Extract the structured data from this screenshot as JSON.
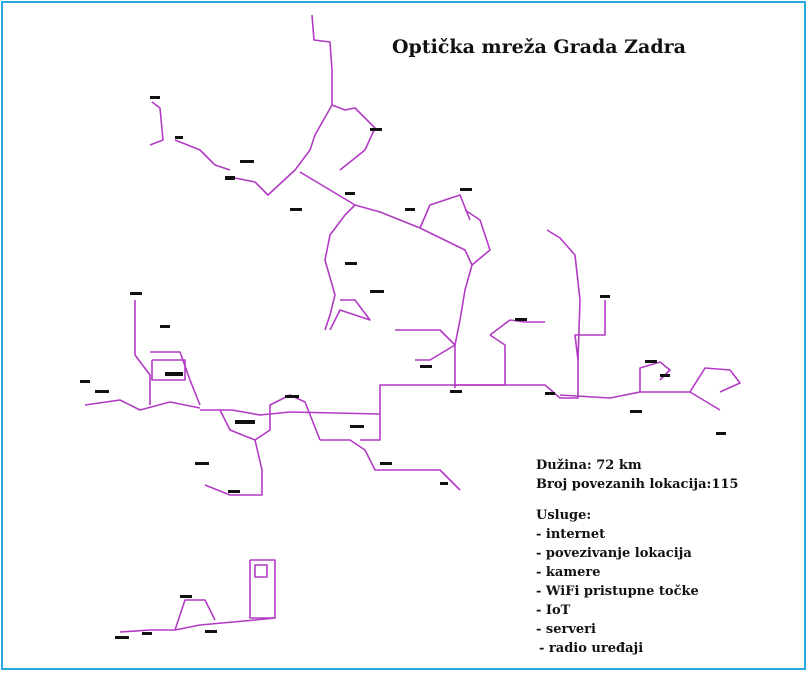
{
  "title": "Optička mreža Grada Zadra",
  "length_label": "Dužina:",
  "length_value": "72 km",
  "locations_label": "Broj povezanih lokacija:",
  "locations_value": "115",
  "services_title": "Usluge:",
  "services": [
    "- internet",
    "- povezivanje lokacija",
    "- kamere",
    "- WiFi pristupne točke",
    "- IoT",
    "- serveri",
    " - radio uređaji"
  ],
  "colors": {
    "frame": "#29a9e0",
    "network": "#b23bc4",
    "nodes": "#111111"
  }
}
